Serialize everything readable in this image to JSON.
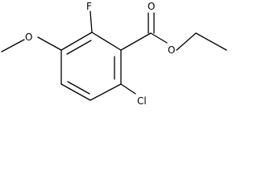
{
  "molecule": {
    "atoms": {
      "fluorine": "F",
      "carbonyl_oxygen": "O",
      "ester_oxygen": "O",
      "methoxy_oxygen": "O",
      "chlorine": "Cl"
    }
  },
  "colors": {
    "bond": "#000000",
    "label": "#000000",
    "background": "#ffffff"
  }
}
